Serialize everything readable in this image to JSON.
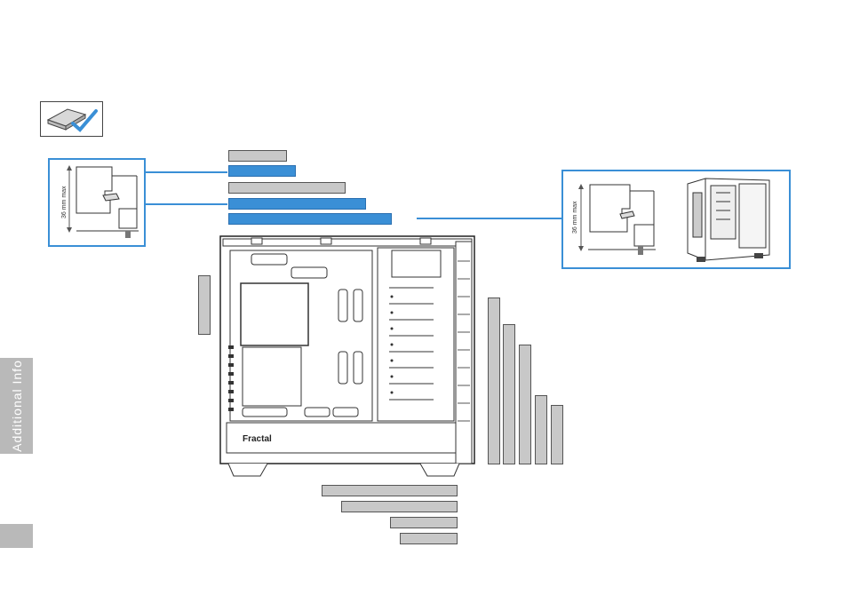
{
  "sidebar": {
    "section_label": "Additional Info"
  },
  "detail_left": {
    "clearance_label": "36 mm max"
  },
  "detail_right": {
    "clearance_label": "36 mm max"
  },
  "case": {
    "brand_logo": "Fractal"
  },
  "colors": {
    "accent": "#3a8fd6",
    "bar_gray": "#c8c8c8",
    "tab_gray": "#b9b9b9"
  },
  "icons": [
    "drive-bay-check-icon",
    "checkmark-icon"
  ]
}
